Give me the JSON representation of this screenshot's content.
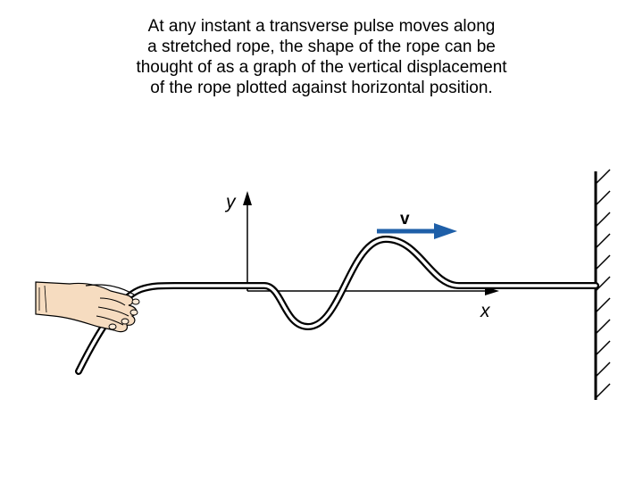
{
  "caption": {
    "lines": [
      "At any instant a transverse pulse moves along",
      "a stretched rope, the shape of the rope can be",
      "thought of as a graph of the vertical displacement",
      "of the rope plotted against horizontal position."
    ]
  },
  "diagram": {
    "y_axis_label": "y",
    "x_axis_label": "x",
    "velocity_label": "v",
    "colors": {
      "rope_outline": "#000000",
      "rope_fill": "#ffffff",
      "velocity_arrow": "#1e5fa8",
      "hand_fill": "#f6dcc0",
      "wall": "#000000"
    },
    "icons": {
      "hand": "hand-icon",
      "wall": "wall-icon"
    }
  }
}
